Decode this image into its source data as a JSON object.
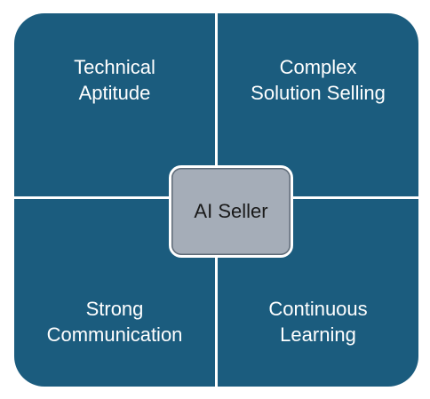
{
  "diagram": {
    "quadrants": {
      "top_left": "Technical\nAptitude",
      "top_right": "Complex\nSolution Selling",
      "bottom_left": "Strong\nCommunication",
      "bottom_right": "Continuous\nLearning"
    },
    "center": "AI Seller",
    "colors": {
      "quadrant_fill": "#1b5c7e",
      "center_fill": "#a5adb8",
      "divider": "#ffffff",
      "quadrant_text": "#ffffff",
      "center_text": "#1a1a1a"
    }
  }
}
